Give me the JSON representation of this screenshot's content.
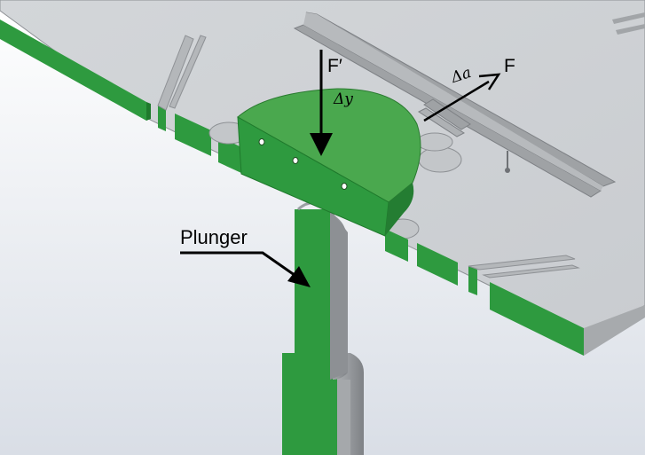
{
  "labels": {
    "plunger": "Plunger",
    "f_prime": "F′",
    "delta_y": "Δy",
    "delta_a": "Δa",
    "f": "F"
  },
  "colors": {
    "green": "#2e9a3f",
    "green_dark": "#1f7a2c",
    "green_light": "#4aa84e",
    "plate_top": "#cfd2d5",
    "plate_top_light": "#dfe1e3",
    "plate_edge": "#a7aaad",
    "background_top": "#ffffff",
    "background_bottom": "#d9dee6",
    "arrow": "#000000"
  }
}
